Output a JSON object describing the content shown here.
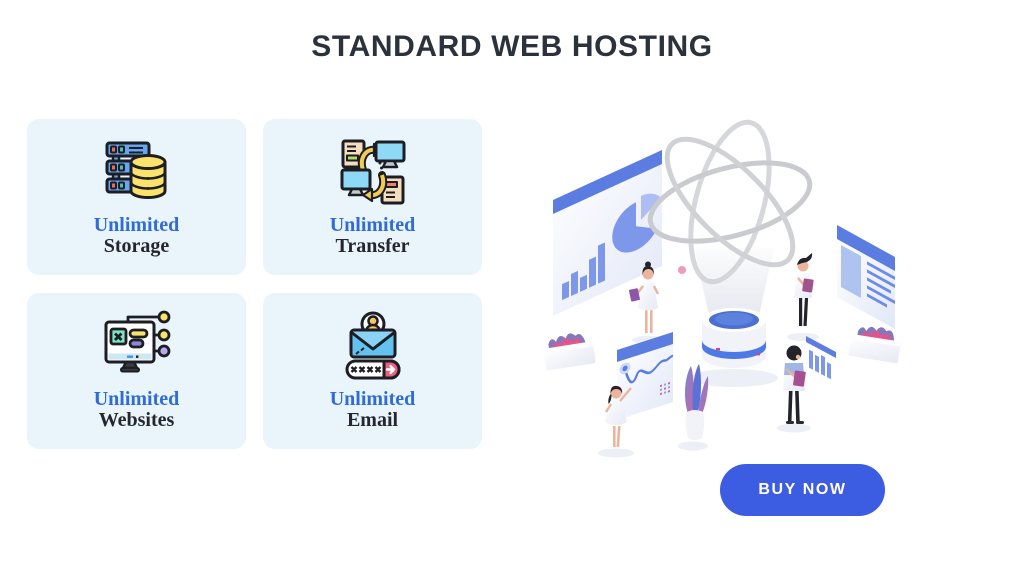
{
  "page": {
    "title": "STANDARD WEB HOSTING"
  },
  "features": [
    {
      "title_line1": "Unlimited",
      "title_line2": "Storage",
      "icon": "server-database-icon"
    },
    {
      "title_line1": "Unlimited",
      "title_line2": "Transfer",
      "icon": "computers-sync-icon"
    },
    {
      "title_line1": "Unlimited",
      "title_line2": "Websites",
      "icon": "browser-monitor-icon"
    },
    {
      "title_line1": "Unlimited",
      "title_line2": "Email",
      "icon": "envelope-user-password-icon"
    }
  ],
  "cta": {
    "label": "BUY NOW"
  },
  "illustration": {
    "name": "isometric-analytics-team-scene"
  },
  "colors": {
    "title_color": "#2b323c",
    "card_bg": "#e9f4fb",
    "feature_blue": "#2f6bd9",
    "feature_dark": "#26262e",
    "button_bg": "#3c5ce2",
    "button_text": "#ffffff",
    "accent_blue": "#5b7de2",
    "chart_blue": "#7d97ea"
  }
}
